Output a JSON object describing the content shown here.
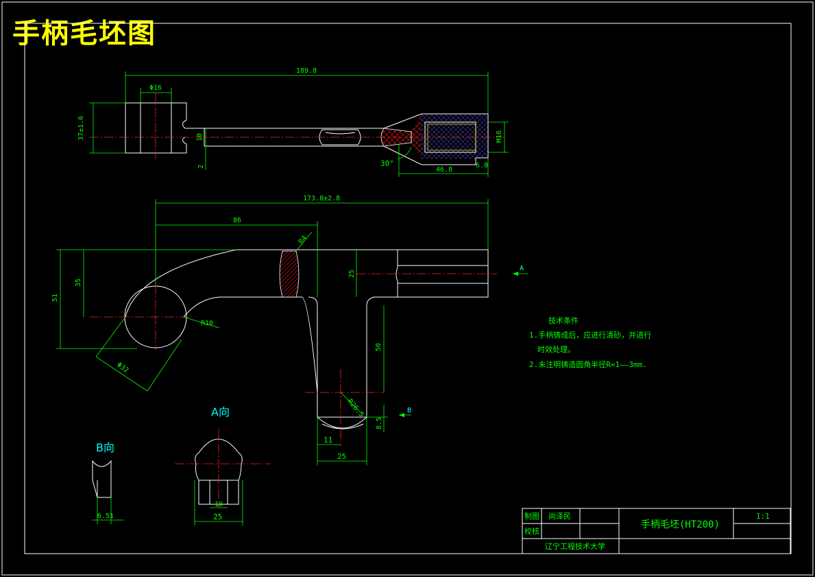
{
  "title": "手柄毛坯图",
  "top_view": {
    "dims": {
      "overall": "189.8",
      "phi16": "Φ16",
      "height": "37±1.6",
      "d10": "10",
      "d2": "2",
      "angle": "30°",
      "len46": "46.8",
      "d68": "6.8",
      "thread": "M16"
    }
  },
  "front_view": {
    "dims": {
      "overall": "173.8±2.8",
      "d86": "86",
      "r4": "R4",
      "d51": "51",
      "d35": "35",
      "r10": "R10",
      "phi32": "Φ32",
      "d25h": "25",
      "d50": "50",
      "r26": "R26.5",
      "d85": "8.5",
      "d11": "11",
      "d25w": "25"
    },
    "arrow_a": "A",
    "arrow_b": "B"
  },
  "view_a": {
    "label": "A向",
    "dims": {
      "d10": "10",
      "d25": "25"
    }
  },
  "view_b": {
    "label": "B向",
    "dims": {
      "d651": "6.51"
    }
  },
  "tech_req": {
    "title": "技术条件",
    "line1": "1.手柄铸成后，应进行清砂，并进行",
    "line2": "时效处理。",
    "line3": "2.未注明铸造圆角半径R=1——3mm."
  },
  "title_block": {
    "draw_label": "制图",
    "drawer": "尚泽民",
    "check_label": "校核",
    "part_name": "手柄毛坯(HT200)",
    "scale": "1:1",
    "school": "辽宁工程技术大学"
  },
  "colors": {
    "outline": "#ffffff",
    "dimension": "#00ff00",
    "centerline": "#ff2020",
    "label": "#00ffff",
    "title": "#ffff00"
  }
}
